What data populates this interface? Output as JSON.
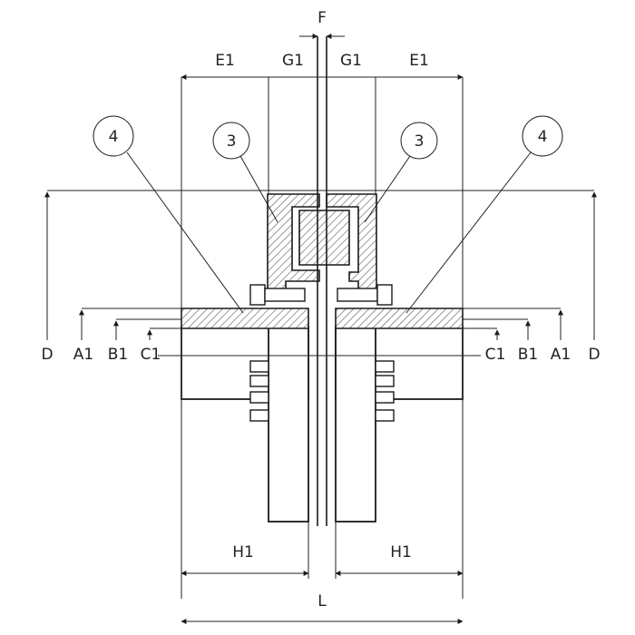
{
  "dimensions": {
    "F": "F",
    "E1": "E1",
    "G1": "G1",
    "D": "D",
    "A1": "A1",
    "B1": "B1",
    "C1": "C1",
    "H1": "H1",
    "L": "L"
  },
  "balloons": {
    "hub": "4",
    "sleeve": "3"
  }
}
